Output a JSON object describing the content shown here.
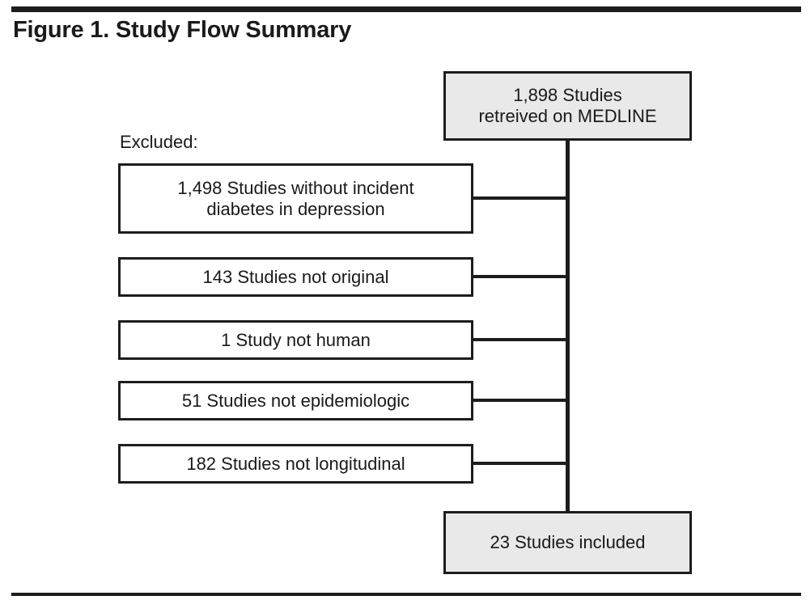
{
  "figure": {
    "title": "Figure 1. Study Flow Summary",
    "excluded_label": "Excluded:",
    "source_node": {
      "text": "1,898 Studies\nretreived on MEDLINE",
      "count": 1898,
      "fill": "#e9e9e9"
    },
    "excluded_nodes": [
      {
        "text": "1,498 Studies without incident\ndiabetes in depression",
        "count": 1498,
        "reason": "without incident diabetes in depression"
      },
      {
        "text": "143 Studies not original",
        "count": 143,
        "reason": "not original"
      },
      {
        "text": "1 Study not human",
        "count": 1,
        "reason": "not human"
      },
      {
        "text": "51 Studies not epidemiologic",
        "count": 51,
        "reason": "not epidemiologic"
      },
      {
        "text": "182 Studies not longitudinal",
        "count": 182,
        "reason": "not longitudinal"
      }
    ],
    "included_node": {
      "text": "23 Studies included",
      "count": 23,
      "fill": "#e9e9e9"
    },
    "colors": {
      "line": "#1d1d1b",
      "shaded_fill": "#e9e9e9",
      "plain_fill": "#ffffff",
      "text": "#1a1a1a"
    }
  }
}
